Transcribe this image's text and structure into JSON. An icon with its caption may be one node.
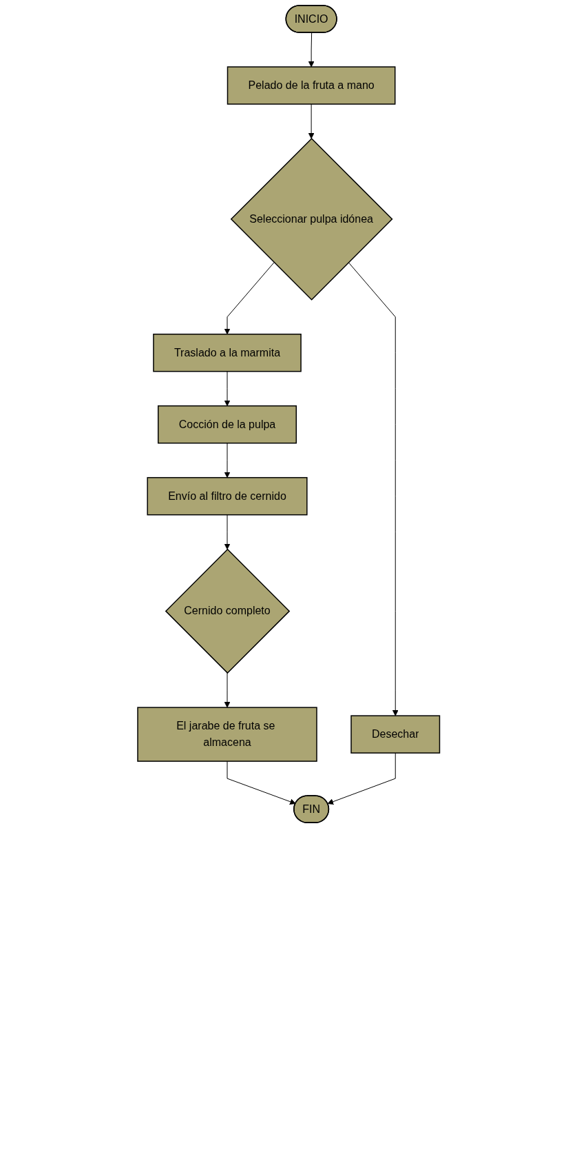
{
  "diagram": {
    "nodes": [
      {
        "text": [
          "INICIO"
        ]
      },
      {
        "text": [
          "Pelado de la fruta a mano"
        ]
      },
      {
        "text": [
          "Seleccionar pulpa idónea"
        ]
      },
      {
        "text": [
          "Desechar"
        ]
      },
      {
        "text": [
          "Traslado a la marmita"
        ]
      },
      {
        "text": [
          "Cocción de la pulpa"
        ]
      },
      {
        "text": [
          "Envío al filtro de cernido"
        ]
      },
      {
        "text": [
          "Cernido completo"
        ]
      },
      {
        "text": [
          "El jarabe de fruta se almacena"
        ]
      },
      {
        "text": [
          "FIN"
        ]
      }
    ],
    "edges": [
      {
        "from": 0,
        "to": 1,
        "arrow": "to"
      },
      {
        "from": 1,
        "to": 2,
        "arrow": "to"
      },
      {
        "from": 2,
        "to": 3,
        "arrow": "to"
      },
      {
        "from": 2,
        "to": 4,
        "arrow": "to"
      },
      {
        "from": 4,
        "to": 5,
        "arrow": "to"
      },
      {
        "from": 5,
        "to": 6,
        "arrow": "to"
      },
      {
        "from": 6,
        "to": 7,
        "arrow": "to"
      },
      {
        "from": 7,
        "to": 8,
        "arrow": "to"
      },
      {
        "from": 8,
        "to": 9,
        "arrow": "to"
      },
      {
        "from": 3,
        "to": 9,
        "arrow": "to"
      }
    ]
  }
}
